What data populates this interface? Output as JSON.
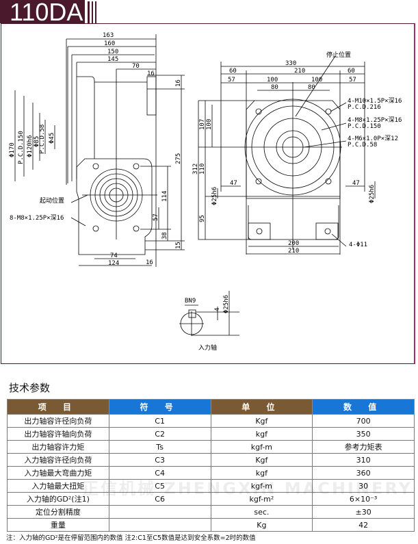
{
  "header": {
    "model": "110DA"
  },
  "drawing": {
    "side_view": {
      "top_dims": [
        "163",
        "160",
        "150",
        "145",
        "70",
        "16"
      ],
      "left_dims": [
        "Φ170",
        "P.C.D.150",
        "Φ120h6",
        "Φ85",
        "P.C.D.58",
        "Φ45"
      ],
      "right_dims": [
        "16",
        "275",
        "114",
        "57",
        "38",
        "15"
      ],
      "bottom_dims": [
        "74",
        "124",
        "16"
      ],
      "start_label": "起动位置",
      "thread_label": "8-M8×1.25P×深16"
    },
    "front_view": {
      "stop_label": "停止位置",
      "top_dims": [
        "330",
        "60",
        "210",
        "60",
        "57",
        "100",
        "100",
        "57",
        "80",
        "80"
      ],
      "left_dims": [
        "312",
        "107",
        "100",
        "110",
        "95",
        "Φ25h6",
        "47"
      ],
      "right_dims": [
        "47",
        "Φ25h6"
      ],
      "callouts": [
        {
          "thread": "4-M10×1.5P×深16",
          "pcd": "P.C.D.216"
        },
        {
          "thread": "4-M8×1.25P×深16",
          "pcd": "P.C.D.150"
        },
        {
          "thread": "4-M6×1.0P×深12",
          "pcd": "P.C.D.58"
        }
      ],
      "bottom_dims": [
        "200",
        "210"
      ],
      "hole_label": "4-Φ11"
    },
    "input_shaft": {
      "key": "BN9",
      "depth": "4",
      "dia": "Φ25h6",
      "label": "入力轴"
    }
  },
  "specs": {
    "title": "技术参数",
    "headers": [
      "项 目",
      "符 号",
      "单 位",
      "数 值"
    ],
    "rows": [
      [
        "出力轴容许径向负荷",
        "C1",
        "Kgf",
        "700"
      ],
      [
        "出力轴容许轴向负荷",
        "C2",
        "kgf",
        "350"
      ],
      [
        "出力轴容许力矩",
        "Ts",
        "kgf-m",
        "参考力矩表"
      ],
      [
        "入力轴容许径向负荷",
        "C3",
        "Kgf",
        "310"
      ],
      [
        "入力轴最大弯曲力矩",
        "C4",
        "kgf",
        "360"
      ],
      [
        "入力轴最大扭矩",
        "C5",
        "kgf-m",
        "30"
      ],
      [
        "入力轴的GD²(注1)",
        "C6",
        "kgf-m²",
        "6×10⁻³"
      ],
      [
        "定位分割精度",
        "",
        "sec.",
        "±30"
      ],
      [
        "重量",
        "",
        "Kg",
        "42"
      ]
    ],
    "note": "注：入力轴的GD²是在停留范围内的数值  注2:C1至C5数值是达到安全系数=2时的数值"
  },
  "watermark": "正信机械 ZHENGXIN MACHINERY"
}
